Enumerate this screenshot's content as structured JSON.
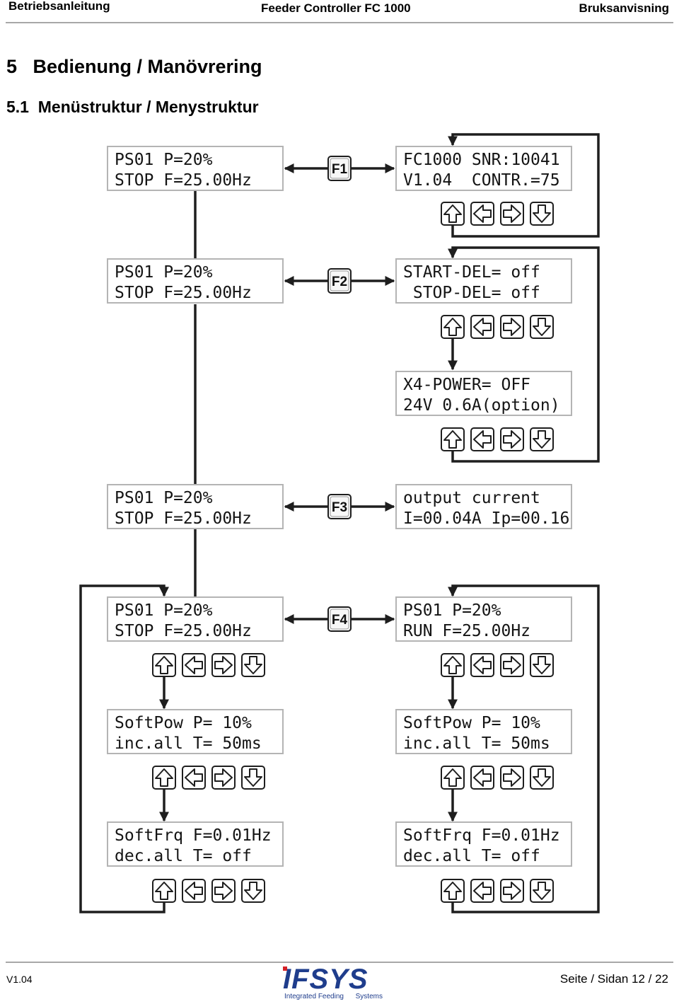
{
  "header": {
    "left": "Betriebsanleitung",
    "center": "Feeder Controller FC 1000",
    "right": "Bruksanvisning"
  },
  "section_title": "5   Bedienung / Manövrering",
  "subsection_title": "5.1  Menüstruktur / Menystruktur",
  "function_keys": [
    "F1",
    "F2",
    "F3",
    "F4"
  ],
  "displays": {
    "main": [
      "PS01 P=20%",
      "STOP F=25.00Hz"
    ],
    "f1": [
      "FC1000 SNR:10041",
      "V1.04  CONTR.=75"
    ],
    "f2_a": [
      "START-DEL= off",
      " STOP-DEL= off"
    ],
    "f2_b": [
      "X4-POWER= OFF",
      "24V 0.6A(option)"
    ],
    "f3": [
      "output current",
      "I=00.04A Ip=00.16"
    ],
    "f4_run": [
      "PS01 P=20%",
      "RUN F=25.00Hz"
    ],
    "softpow": [
      "SoftPow P= 10%",
      "inc.all T= 50ms"
    ],
    "softfrq": [
      "SoftFrq F=0.01Hz",
      "dec.all T= off"
    ]
  },
  "nav_keys": [
    "up-arrow-key",
    "left-arrow-key",
    "right-arrow-key",
    "down-arrow-key"
  ],
  "footer": {
    "version": "V1.04",
    "page": "Seite / Sidan 12 / 22",
    "logo_text": "IFSYS",
    "logo_subtext": "Integrated Feeding      Systems"
  },
  "colors": {
    "text": "#141414",
    "line": "#1e1e1e",
    "lcd_border": "#b4b4b4",
    "rule": "#a8a8a8",
    "logo_red": "#d42127",
    "logo_blue": "#1f3d8c"
  }
}
